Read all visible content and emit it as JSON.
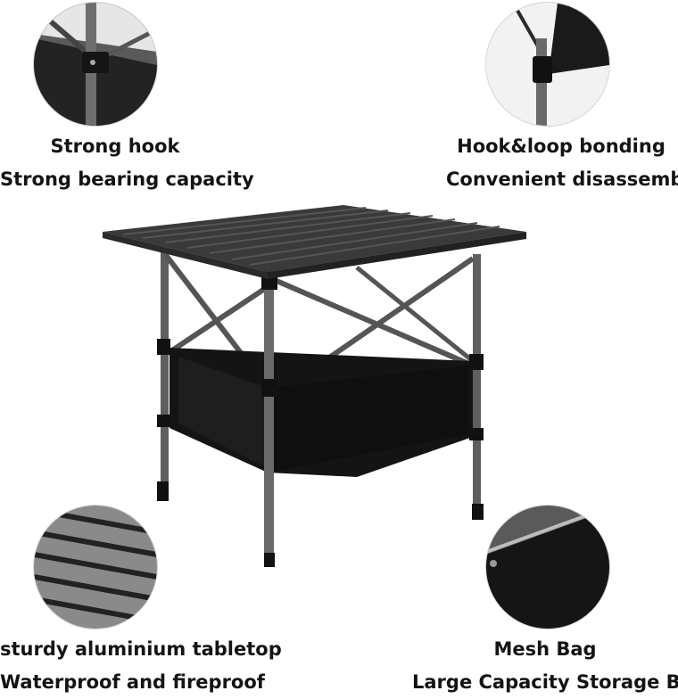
{
  "features": {
    "top_left": {
      "line1": "Strong hook",
      "line2": "Strong bearing capacity"
    },
    "top_right": {
      "line1": "Hook&loop bonding",
      "line2": "Convenient disassembly"
    },
    "bottom_left": {
      "line1": "sturdy aluminium tabletop",
      "line2": "Waterproof and fireproof"
    },
    "bottom_right": {
      "line1": "Mesh Bag",
      "line2": "Large Capacity Storage Bag"
    }
  },
  "colors": {
    "background": "#ffffff",
    "tabletop": "#3c3c3c",
    "frame": "#6a6a6a",
    "storage_bag": "#111111"
  }
}
